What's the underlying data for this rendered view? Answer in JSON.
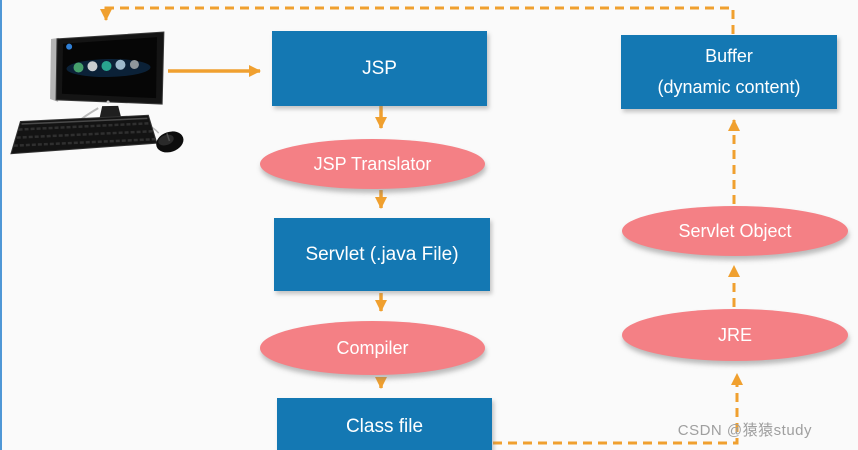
{
  "colors": {
    "background": "#fafafa",
    "box_blue": "#1478b3",
    "ellipse_pink": "#f48085",
    "arrow_orange": "#f0a02f",
    "left_border_blue": "#4f97d6",
    "watermark_gray": "#9f9f9f",
    "text_white": "#ffffff"
  },
  "diagram": {
    "type": "flowchart",
    "subject": "JSP page processing flow",
    "nodes": {
      "jsp": {
        "shape": "rect",
        "label": "JSP"
      },
      "jsp_translator": {
        "shape": "ellipse",
        "label": "JSP Translator"
      },
      "servlet_java": {
        "shape": "rect",
        "label": "Servlet (.java File)"
      },
      "compiler": {
        "shape": "ellipse",
        "label": "Compiler"
      },
      "class_file": {
        "shape": "rect",
        "label": "Class file"
      },
      "jre": {
        "shape": "ellipse",
        "label": "JRE"
      },
      "servlet_object": {
        "shape": "ellipse",
        "label": "Servlet Object"
      },
      "buffer": {
        "shape": "rect",
        "line1": "Buffer",
        "line2": "(dynamic content)"
      }
    },
    "edges": [
      {
        "from": "client-computer",
        "to": "jsp",
        "style": "solid"
      },
      {
        "from": "jsp",
        "to": "jsp_translator",
        "style": "solid"
      },
      {
        "from": "jsp_translator",
        "to": "servlet_java",
        "style": "solid"
      },
      {
        "from": "servlet_java",
        "to": "compiler",
        "style": "solid"
      },
      {
        "from": "compiler",
        "to": "class_file",
        "style": "solid"
      },
      {
        "from": "class_file",
        "to": "jre",
        "style": "dashed"
      },
      {
        "from": "jre",
        "to": "servlet_object",
        "style": "dashed"
      },
      {
        "from": "servlet_object",
        "to": "buffer",
        "style": "dashed"
      },
      {
        "from": "buffer",
        "to": "client-computer",
        "style": "dashed"
      }
    ]
  },
  "watermark": {
    "text": "CSDN @猿猿study"
  }
}
